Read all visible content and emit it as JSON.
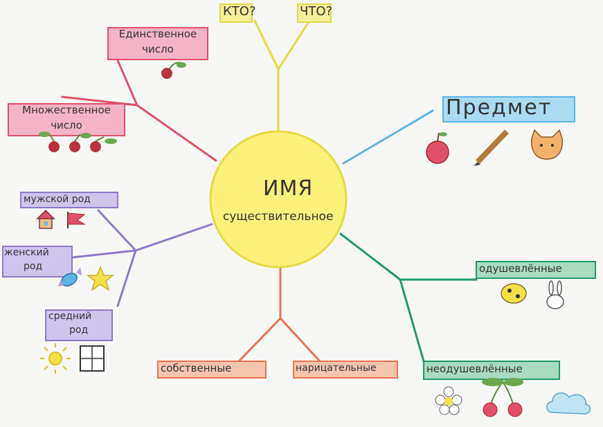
{
  "center": {
    "title": "ИМЯ",
    "subtitle": "существительное"
  },
  "questions": {
    "who": "КТО?",
    "what": "ЧТО?"
  },
  "object": {
    "label": "Предмет",
    "icons": [
      "apple-icon",
      "pencil-icon",
      "cat-icon"
    ]
  },
  "number": {
    "singular": {
      "line1": "Единственное",
      "line2": "число"
    },
    "plural": {
      "line1": "Множественное",
      "line2": "число"
    }
  },
  "gender": {
    "masculine": "мужской род",
    "feminine": {
      "line1": "женский",
      "line2": "род"
    },
    "neuter": {
      "line1": "средний",
      "line2": "род"
    }
  },
  "kinds": {
    "proper": "собственные",
    "common": "нарицательные"
  },
  "animacy": {
    "animate": "одушевлённые",
    "inanimate": "неодушевлённые"
  },
  "colors": {
    "yellow": "#f2e45a",
    "red": "#e0506a",
    "blue": "#5ab4e6",
    "green": "#1e9a6a",
    "purple": "#8f78c8",
    "orange": "#e8734d",
    "pink_hl": "#f5b3c8",
    "blue_hl": "#a9dcf2",
    "green_hl": "#a8dcc0",
    "purple_hl": "#cfc4ee",
    "orange_hl": "#f7c4ae",
    "yellow_hl": "#f6ef9a"
  }
}
